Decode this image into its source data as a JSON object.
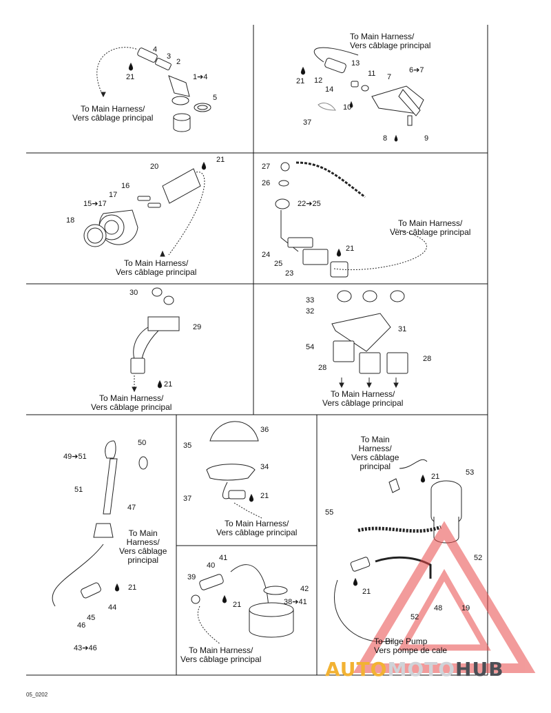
{
  "harness_caption_en": "To Main Harness/",
  "harness_caption_fr": "Vers câblage principal",
  "harness_caption_wrapped": [
    "To Main",
    "Harness/",
    "Vers câblage",
    "principal"
  ],
  "bilge_caption_en": "To Bilge Pump",
  "bilge_caption_fr": "Vers pompe de cale",
  "drawing_code": "05_0202",
  "watermark": {
    "part1": "AUTO",
    "part2": "MOTO",
    "part3": "HUB"
  },
  "callouts": {
    "p1": [
      "4",
      "3",
      "2",
      "1➔4",
      "5",
      "21"
    ],
    "p2": [
      "13",
      "11",
      "7",
      "6➔7",
      "12",
      "14",
      "21",
      "10",
      "37",
      "8",
      "9"
    ],
    "p3": [
      "20",
      "21",
      "16",
      "17",
      "15➔17",
      "18"
    ],
    "p4": [
      "27",
      "26",
      "22➔25",
      "24",
      "21",
      "25",
      "23"
    ],
    "p5": [
      "30",
      "29",
      "21"
    ],
    "p6": [
      "33",
      "32",
      "31",
      "54",
      "28",
      "28"
    ],
    "p7": [
      "50",
      "49➔51",
      "51",
      "47",
      "21",
      "44",
      "45",
      "46",
      "43➔46"
    ],
    "p8": [
      "36",
      "35",
      "34",
      "37",
      "21"
    ],
    "p9": [
      "41",
      "40",
      "39",
      "21",
      "42",
      "38➔41"
    ],
    "p10": [
      "21",
      "53",
      "55",
      "52",
      "21",
      "48",
      "19",
      "52"
    ]
  }
}
